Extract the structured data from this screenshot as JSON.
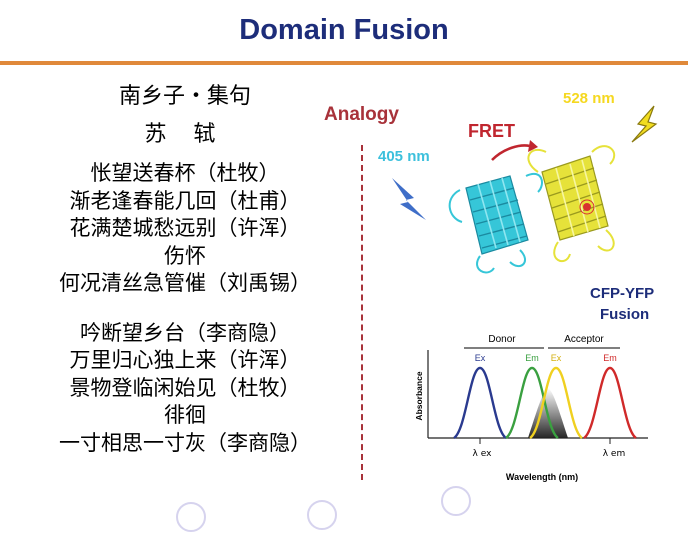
{
  "slide": {
    "title": "Domain Fusion",
    "colors": {
      "title": "#1d2d7a",
      "rule": "#e0893a",
      "analogy": "#a8323a",
      "divider": "#a8323a",
      "fret": "#c0262f",
      "ex405": "#3cc0dc",
      "em528": "#f5d820",
      "cfp": "#2fc4d6",
      "yfp": "#e4e23a",
      "fusion_label": "#1d2d7a"
    }
  },
  "poem": {
    "title": "南乡子・集句",
    "author": "苏 轼",
    "stanza1": [
      "怅望送春杯（杜牧）",
      "渐老逢春能几回（杜甫）",
      "花满楚城愁远别（许浑）",
      "伤怀",
      "何况清丝急管催（刘禹锡）"
    ],
    "stanza2": [
      "吟断望乡台（李商隐）",
      "万里归心独上来（许浑）",
      "景物登临闲始见（杜牧）",
      "徘徊",
      "一寸相思一寸灰（李商隐）"
    ]
  },
  "figure": {
    "analogy": "Analogy",
    "fret": "FRET",
    "ex_label": "405 nm",
    "em_label": "528 nm",
    "fusion_line1": "CFP-YFP",
    "fusion_line2": "Fusion",
    "icons": [
      "lightning-bolt-icon",
      "curved-arrow-icon"
    ]
  },
  "spectrum": {
    "donor": "Donor",
    "acceptor": "Acceptor",
    "peaks": [
      "Ex",
      "Em",
      "Ex",
      "Em"
    ],
    "peak_colors": [
      "#2a3a8f",
      "#3aa040",
      "#f0d020",
      "#d02a2a"
    ],
    "ylabel": "Absorbance",
    "xlabel": "Wavelength (nm)",
    "lambda_ex": "λ ex",
    "lambda_em": "λ em"
  },
  "nav": {
    "circles": 3
  }
}
